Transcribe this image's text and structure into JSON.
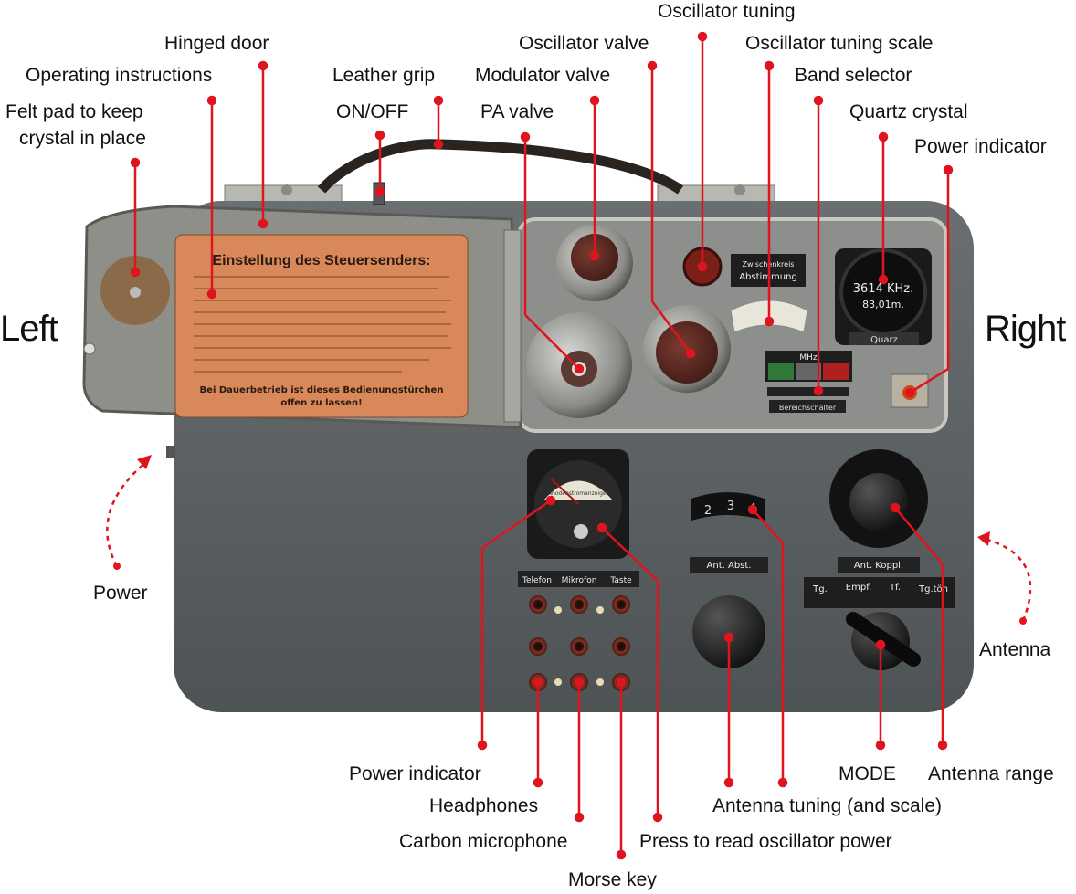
{
  "side_labels": {
    "left": "Left",
    "right": "Right"
  },
  "labels": {
    "oscillator_tuning": "Oscillator tuning",
    "hinged_door": "Hinged door",
    "oscillator_valve": "Oscillator valve",
    "oscillator_tuning_scale": "Oscillator tuning scale",
    "operating_instructions": "Operating instructions",
    "leather_grip": "Leather grip",
    "modulator_valve": "Modulator valve",
    "band_selector": "Band selector",
    "felt_pad_line1": "Felt pad to keep",
    "felt_pad_line2": "crystal in place",
    "on_off": "ON/OFF",
    "pa_valve": "PA valve",
    "quartz_crystal": "Quartz crystal",
    "power_indicator_top": "Power indicator",
    "power": "Power",
    "antenna": "Antenna",
    "power_indicator_bottom": "Power indicator",
    "mode": "MODE",
    "antenna_range": "Antenna range",
    "headphones": "Headphones",
    "antenna_tuning": "Antenna tuning (and scale)",
    "carbon_microphone": "Carbon microphone",
    "press_to_read": "Press to read oscillator power",
    "morse_key": "Morse key"
  },
  "device_text": {
    "instruction_title": "Einstellung des Steuersenders:",
    "instruction_footer1": "Bei Dauerbetrieb ist dieses Bedienungstürchen",
    "instruction_footer2": "offen zu lassen!",
    "zwischenkreis": "Zwischenkreis",
    "abstimmung": "Abstimmung",
    "crystal_freq": "3614 KHz.",
    "crystal_sub": "83,01m.",
    "quarz": "Quarz",
    "mhz": "MHz",
    "bereichschalter": "Bereichschalter",
    "telefon": "Telefon",
    "mikrofon": "Mikrofon",
    "taste": "Taste",
    "ant_abst": "Ant. Abst.",
    "ant_koppl": "Ant. Koppl.",
    "mode_tg": "Tg.",
    "mode_empf": "Empf.",
    "mode_tf": "Tf.",
    "mode_tgton": "Tg.tön",
    "scale_2": "2",
    "scale_3": "3",
    "scale_4": "4",
    "meter_caption": "Anodenstromanzeiger"
  },
  "colors": {
    "accent": "#e0141e",
    "body": "#5c6163",
    "door_label": "#d9885a"
  }
}
